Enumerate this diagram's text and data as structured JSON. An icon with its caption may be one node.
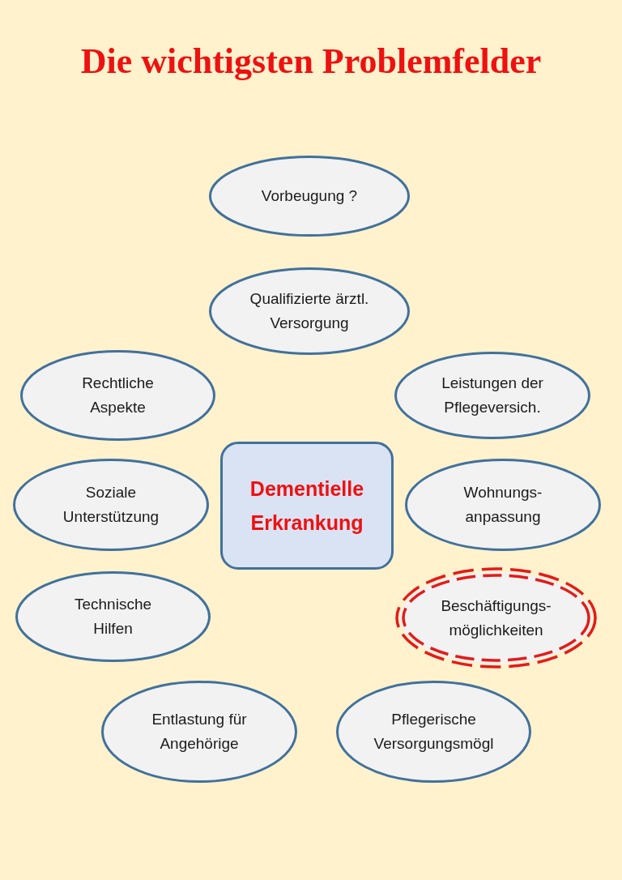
{
  "diagram": {
    "title": "Die wichtigsten Problemfelder",
    "nodes": [
      {
        "text": [
          "Vorbeugung ?"
        ]
      },
      {
        "text": [
          "Qualifizierte ärztl. Versorgung"
        ]
      },
      {
        "text": [
          "Rechtliche Aspekte"
        ]
      },
      {
        "text": [
          "Leistungen der Pflegeversich."
        ]
      },
      {
        "text": [
          "Soziale Unterstützung"
        ]
      },
      {
        "text": [
          "Dementielle Erkrankung"
        ]
      },
      {
        "text": [
          "Wohnungs- anpassung"
        ]
      },
      {
        "text": [
          "Technische Hilfen"
        ]
      },
      {
        "text": [
          "Beschäftigungs- möglichkeiten"
        ]
      },
      {
        "text": [
          "Entlastung für Angehörige"
        ]
      },
      {
        "text": [
          "Pflegerische Versorgungsmögl"
        ]
      }
    ]
  }
}
